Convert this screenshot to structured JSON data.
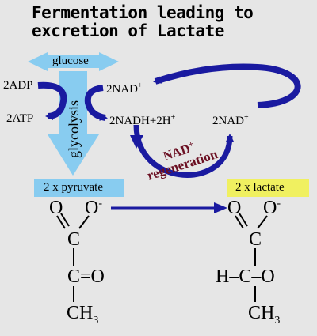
{
  "title": {
    "line1": "Fermentation leading to",
    "line2": "excretion of Lactate"
  },
  "labels": {
    "glucose": "glucose",
    "glycolysis": "glycolysis",
    "adp": "2ADP",
    "atp": "2ATP",
    "nad_top": "2NAD",
    "nad_top_sup": "+",
    "nadh": "2NADH+2H",
    "nadh_sup": "+",
    "nad_right": "2NAD",
    "nad_right_sup": "+",
    "regen_line1": "NAD",
    "regen_line1_sup": "+",
    "regen_line2": "regeneration",
    "pyruvate": "2 x pyruvate",
    "lactate": "2 x lactate"
  },
  "pyruvate_structure": {
    "o_double": "O",
    "o_minus": "O",
    "minus": "-",
    "carbon": "C",
    "keto": "C=O",
    "ch": "CH",
    "sub3": "3"
  },
  "lactate_structure": {
    "o_double": "O",
    "o_minus": "O",
    "minus": "-",
    "carbon": "C",
    "hydroxyl": "H–C–O",
    "ch": "CH",
    "sub3": "3"
  },
  "colors": {
    "background": "#e6e6e6",
    "glucose_arrow": "#88ccf0",
    "pyruvate_box": "#88ccf0",
    "lactate_box": "#f0f060",
    "arrow_navy": "#1a1aa0",
    "regen_text": "#6b0f22"
  }
}
